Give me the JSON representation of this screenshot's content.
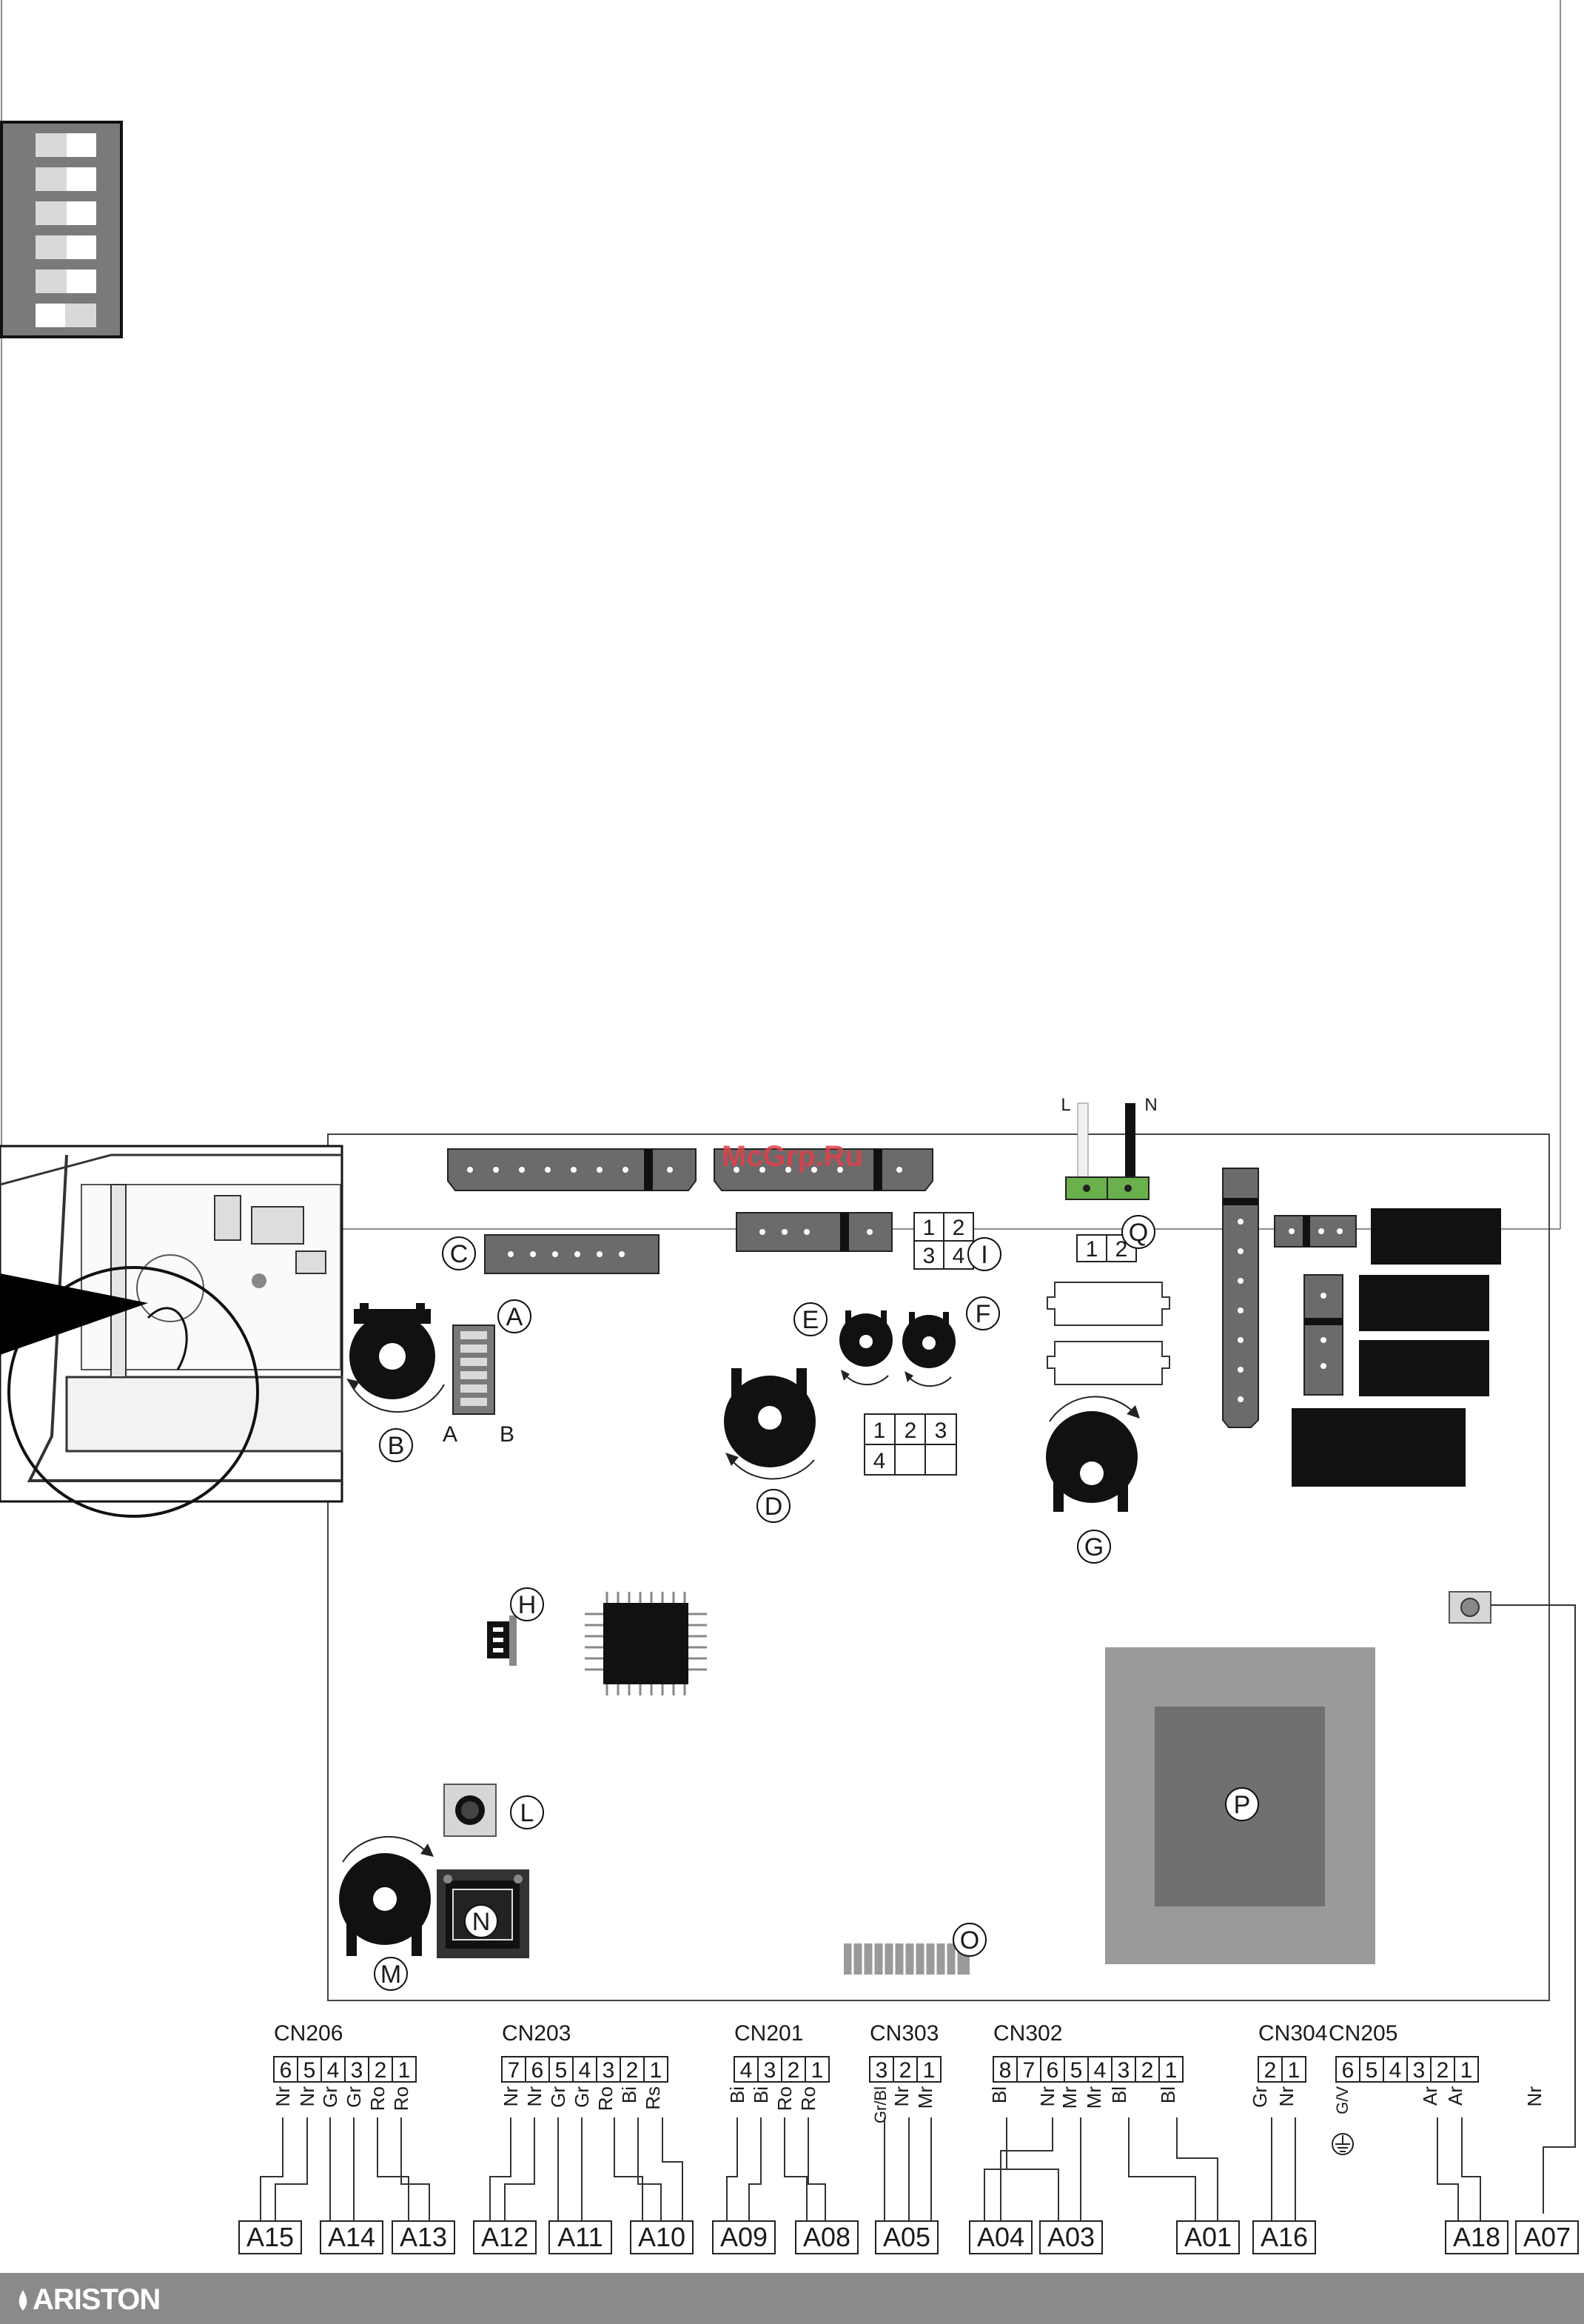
{
  "watermark": "McGrp.Ru",
  "brand": "ARISTON",
  "supply_labels": {
    "live": "L",
    "neutral": "N"
  },
  "component_labels": {
    "A": "A",
    "B": "B",
    "C": "C",
    "D": "D",
    "E": "E",
    "F": "F",
    "G": "G",
    "H": "H",
    "I": "I",
    "L": "L",
    "M": "M",
    "N": "N",
    "O": "O",
    "P": "P",
    "Q": "Q"
  },
  "dip_switch_labels": {
    "left": "A",
    "right": "B"
  },
  "connector_I_pins": [
    "1",
    "2",
    "3",
    "4"
  ],
  "connector_Q_pins": [
    "1",
    "2"
  ],
  "connector_mid_pins": [
    "1",
    "2",
    "3",
    "4"
  ],
  "connectors": [
    {
      "name": "CN206",
      "pins": [
        "6",
        "5",
        "4",
        "3",
        "2",
        "1"
      ],
      "wires": [
        "Nr",
        "Nr",
        "Gr",
        "Gr",
        "Ro",
        "Ro"
      ]
    },
    {
      "name": "CN203",
      "pins": [
        "7",
        "6",
        "5",
        "4",
        "3",
        "2",
        "1"
      ],
      "wires": [
        "Nr",
        "Nr",
        "Gr",
        "Gr",
        "Ro",
        "Bi",
        "Rs"
      ]
    },
    {
      "name": "CN201",
      "pins": [
        "4",
        "3",
        "2",
        "1"
      ],
      "wires": [
        "Bi",
        "Bi",
        "Ro",
        "Ro"
      ]
    },
    {
      "name": "CN303",
      "pins": [
        "3",
        "2",
        "1"
      ],
      "wires": [
        "Gr/Bl",
        "Nr",
        "Mr"
      ]
    },
    {
      "name": "CN302",
      "pins": [
        "8",
        "7",
        "6",
        "5",
        "4",
        "3",
        "2",
        "1"
      ],
      "wires": [
        "Bl",
        "Nr",
        "Mr",
        "Mr",
        "Bl",
        "Bl"
      ]
    },
    {
      "name": "CN304",
      "pins": [
        "2",
        "1"
      ],
      "wires": [
        "Gr",
        "Nr"
      ]
    },
    {
      "name": "CN205",
      "pins": [
        "6",
        "5",
        "4",
        "3",
        "2",
        "1"
      ],
      "wires": [
        "G/V",
        "Ar",
        "Ar"
      ]
    }
  ],
  "extra_wire": "Nr",
  "terminals": [
    "A15",
    "A14",
    "A13",
    "A12",
    "A11",
    "A10",
    "A09",
    "A08",
    "A05",
    "A04",
    "A03",
    "A01",
    "A16",
    "A18",
    "A07"
  ],
  "colors": {
    "board_component": "#6b6b6b",
    "relay": "#111111",
    "transformer_outer": "#9a9a9a",
    "transformer_inner": "#707070",
    "terminal_green": "#6ab04c",
    "footer": "#8a8a8a"
  }
}
